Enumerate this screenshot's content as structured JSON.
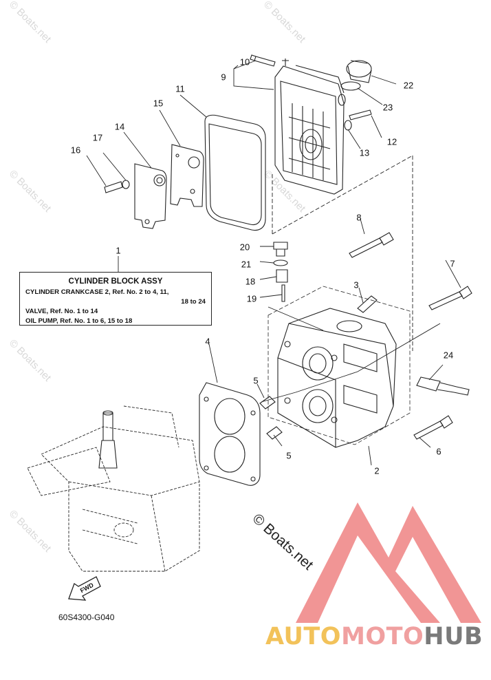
{
  "diagram": {
    "callouts": [
      {
        "id": "c1",
        "text": "1"
      },
      {
        "id": "c2",
        "text": "2"
      },
      {
        "id": "c3",
        "text": "3"
      },
      {
        "id": "c4",
        "text": "4"
      },
      {
        "id": "c5a",
        "text": "5"
      },
      {
        "id": "c5b",
        "text": "5"
      },
      {
        "id": "c6",
        "text": "6"
      },
      {
        "id": "c7",
        "text": "7"
      },
      {
        "id": "c8",
        "text": "8"
      },
      {
        "id": "c9",
        "text": "9"
      },
      {
        "id": "c10",
        "text": "10"
      },
      {
        "id": "c11",
        "text": "11"
      },
      {
        "id": "c12",
        "text": "12"
      },
      {
        "id": "c13",
        "text": "13"
      },
      {
        "id": "c14",
        "text": "14"
      },
      {
        "id": "c15",
        "text": "15"
      },
      {
        "id": "c16",
        "text": "16"
      },
      {
        "id": "c17",
        "text": "17"
      },
      {
        "id": "c18",
        "text": "18"
      },
      {
        "id": "c19",
        "text": "19"
      },
      {
        "id": "c20",
        "text": "20"
      },
      {
        "id": "c21",
        "text": "21"
      },
      {
        "id": "c22",
        "text": "22"
      },
      {
        "id": "c23",
        "text": "23"
      },
      {
        "id": "c24",
        "text": "24"
      }
    ],
    "assembly_box": {
      "title": "CYLINDER BLOCK ASSY",
      "line1": "CYLINDER CRANKCASE 2,  Ref. No. 2 to 4,  11,",
      "line2": "18  to  24",
      "line3": "VALVE,  Ref. No. 1 to 14",
      "line4": "OIL PUMP,  Ref. No. 1 to 6, 15 to 18"
    },
    "fwd_label": "FWD",
    "drawing_code": "60S4300-G040"
  },
  "watermarks": {
    "small": "© Boats.net",
    "large": "© Boats.net"
  },
  "logo": {
    "part1": "AUTO",
    "part2": "MOTO",
    "part3": "HUB"
  },
  "colors": {
    "line": "#222222",
    "watermark": "#d8d8d8",
    "logo_red": "#f08a8a",
    "logo_yellow": "#f2c25a",
    "logo_gray": "#7a7a7a"
  }
}
